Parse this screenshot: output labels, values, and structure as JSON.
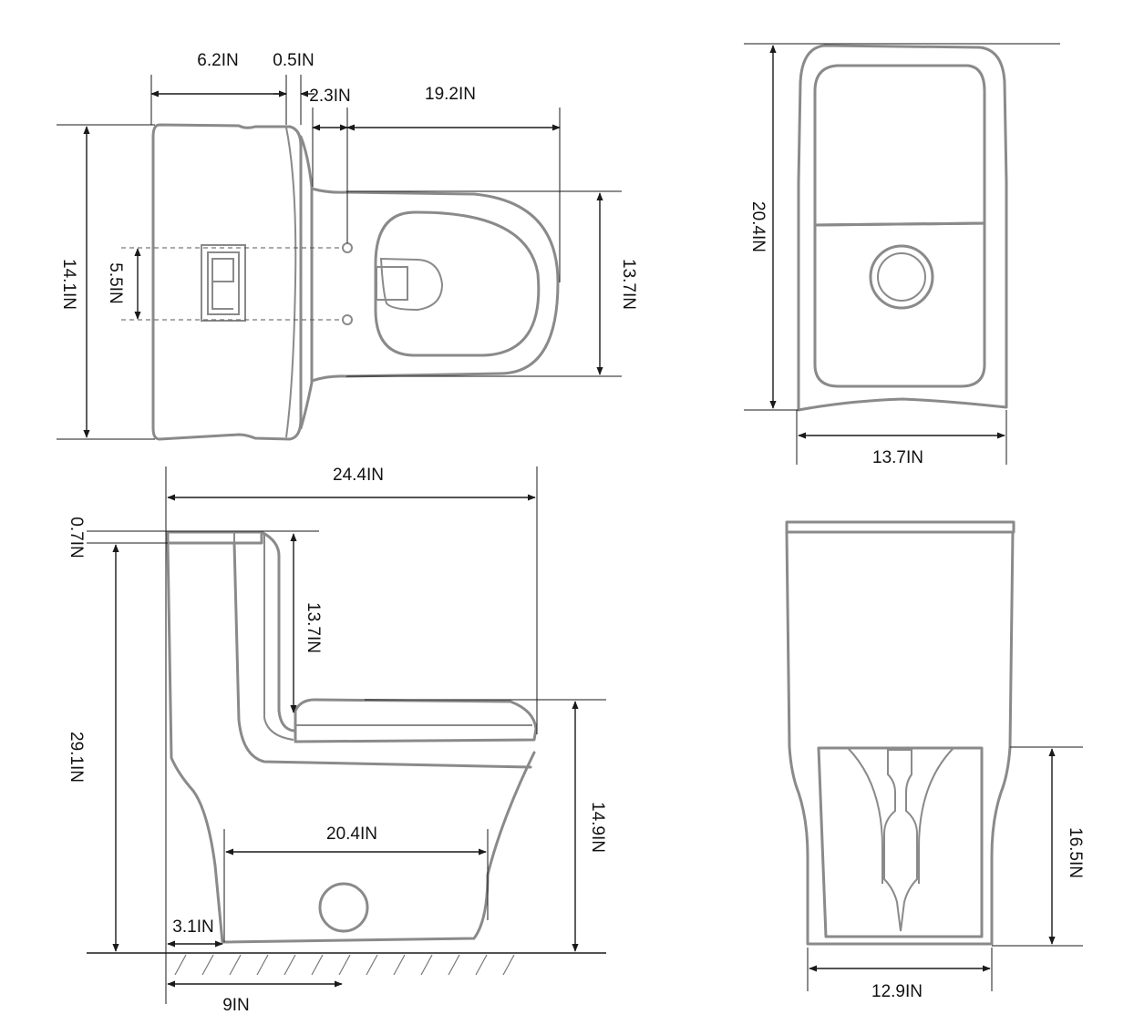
{
  "views": {
    "top": {
      "labels": {
        "tank_depth": "6.2IN",
        "lid_gap": "0.5IN",
        "hole_offset": "2.3IN",
        "bowl_length": "19.2IN",
        "overall_width": "14.1IN",
        "hole_spacing": "5.5IN",
        "bowl_width": "13.7IN"
      }
    },
    "back": {
      "labels": {
        "height": "20.4IN",
        "width": "13.7IN"
      }
    },
    "side": {
      "labels": {
        "overall_length": "24.4IN",
        "lid_thickness": "0.7IN",
        "total_height": "29.1IN",
        "tank_height": "13.7IN",
        "seat_height": "14.9IN",
        "base_length": "20.4IN",
        "rear_offset": "3.1IN",
        "rough_in": "9IN"
      }
    },
    "front": {
      "labels": {
        "skirt_height": "16.5IN",
        "base_width": "12.9IN"
      }
    }
  }
}
